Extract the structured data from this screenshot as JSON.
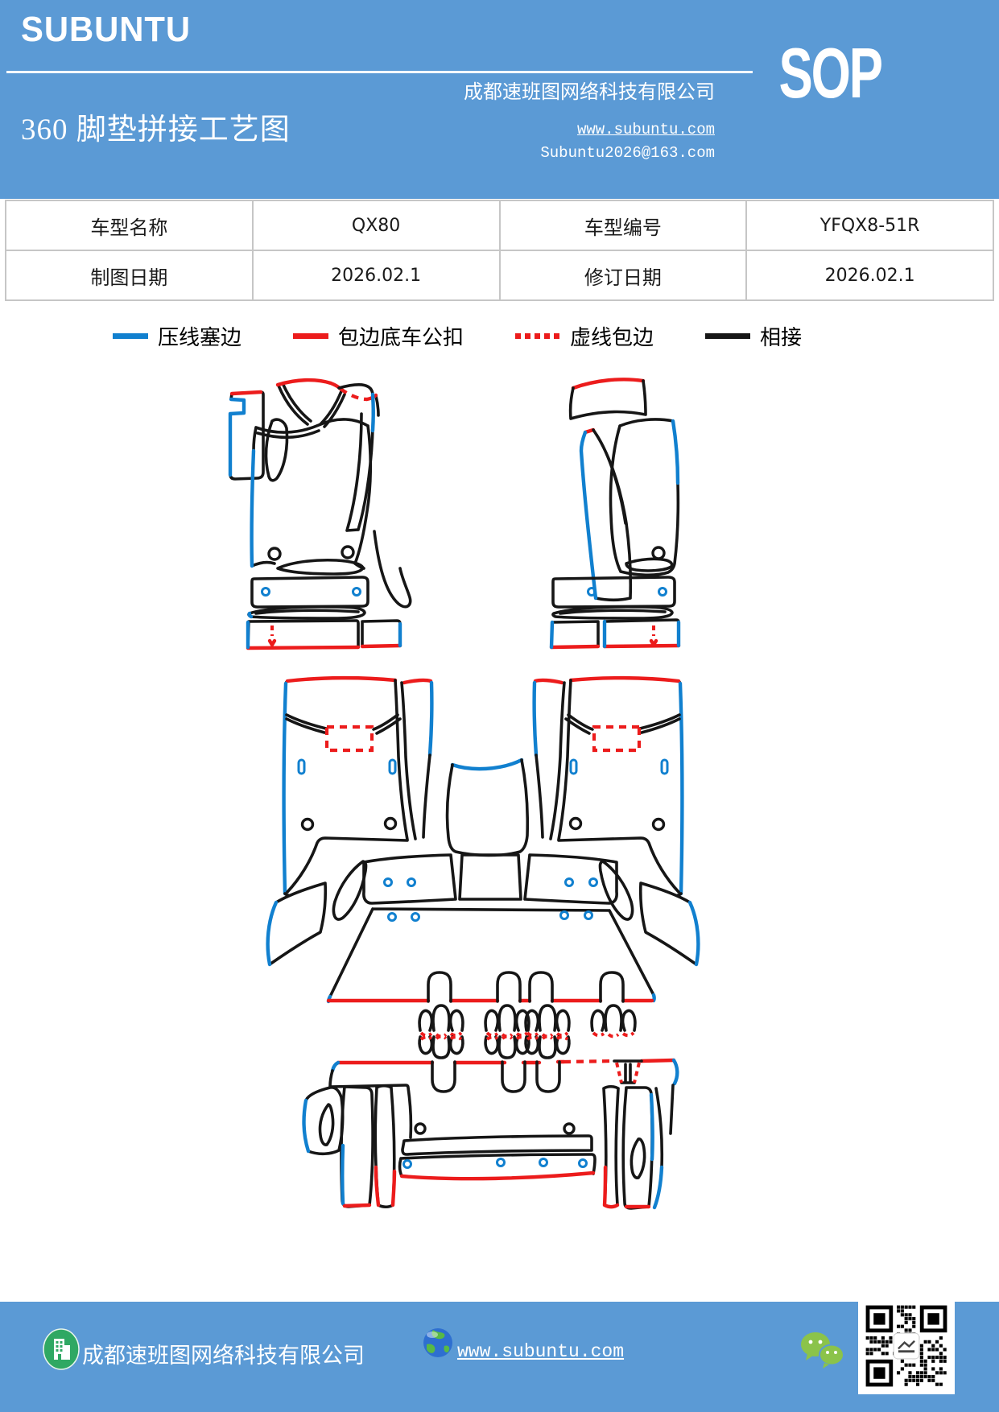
{
  "theme": {
    "band-blue": "#5b9ad5",
    "line-blue": "#1180cf",
    "line-red": "#ec1c1c",
    "ink": "#161616",
    "table-border": "#c6c6c6",
    "text-dark": "#1a1a1a",
    "qr-green": "#2fa863",
    "wechat-green": "#8bc34a"
  },
  "header": {
    "logo": "SUBUNTU",
    "title": "360 脚垫拼接工艺图",
    "company": "成都速班图网络科技有限公司",
    "website": "www.subuntu.com",
    "email": "Subuntu2026@163.com",
    "sop_label": "SOP"
  },
  "info_table": {
    "rows": [
      {
        "c0": "车型名称",
        "c1": "QX80",
        "c2": "车型编号",
        "c3": "YFQX8-51R"
      },
      {
        "c0": "制图日期",
        "c1": "2026.02.1",
        "c2": "修订日期",
        "c3": "2026.02.1"
      }
    ]
  },
  "legend": {
    "items": [
      {
        "label": "压线塞边",
        "color": "#1180cf",
        "style": "solid"
      },
      {
        "label": "包边底车公扣",
        "color": "#ec1c1c",
        "style": "solid"
      },
      {
        "label": "虚线包边",
        "color": "#ec1c1c",
        "style": "dashed"
      },
      {
        "label": "相接",
        "color": "#161616",
        "style": "solid"
      }
    ]
  },
  "footer": {
    "company": "成都速班图网络科技有限公司",
    "website": "www.subuntu.com"
  }
}
